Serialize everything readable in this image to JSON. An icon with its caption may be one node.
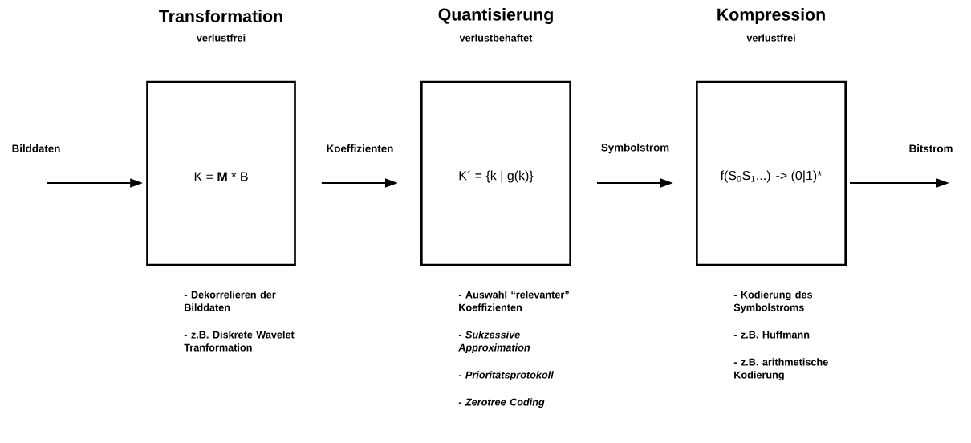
{
  "diagram": {
    "nodes": [
      {
        "text": [
          "Transformation",
          "verlustfrei",
          "K = **M** * B"
        ],
        "beside": [
          "- Dekorrelieren der Bilddaten",
          "- z.B. Diskrete Wavelet Tranformation"
        ]
      },
      {
        "text": [
          "Quantisierung",
          "verlustbehaftet",
          "K´ = {k | g(k)}"
        ],
        "beside": [
          "- Auswahl “relevanter” Koeffizienten",
          "- *Sukzessive Approximation*",
          "- *Prioritätsprotokoll*",
          "- *Zerotree Coding*"
        ]
      },
      {
        "text": [
          "Kompression",
          "verlustfrei",
          "f(S$_{0}$S$_{1}$...) -> (0|1)*"
        ],
        "beside": [
          "- Kodierung des Symbolstroms",
          "- z.B. Huffmann",
          "- z.B. arithmetische Kodierung"
        ]
      }
    ],
    "edges": [
      {
        "from": null,
        "to": 0,
        "arrow": "to",
        "label": "Bilddaten"
      },
      {
        "from": 0,
        "to": 1,
        "arrow": "to",
        "label": "Koeffizienten"
      },
      {
        "from": 1,
        "to": 2,
        "arrow": "to",
        "label": "Symbolstrom"
      },
      {
        "from": 2,
        "to": null,
        "arrow": "to",
        "label": "Bitstrom"
      }
    ]
  }
}
